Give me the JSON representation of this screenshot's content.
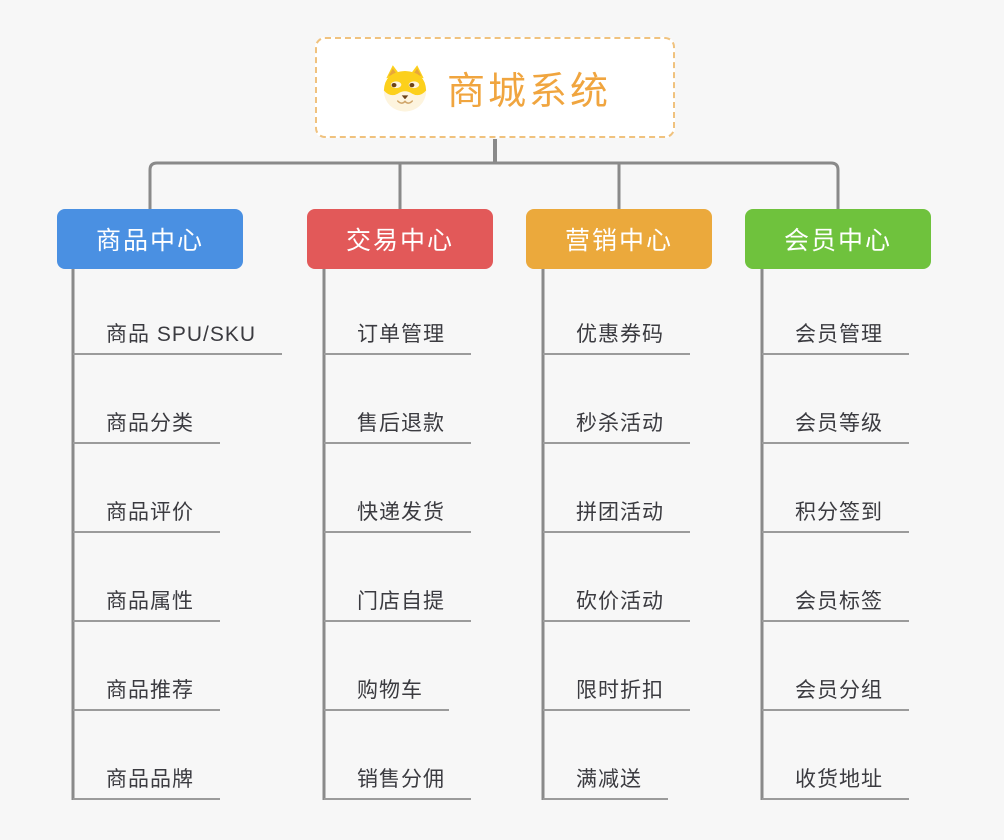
{
  "page": {
    "background_color": "#f7f7f7",
    "connector_color": "#8a8a8a",
    "leaf_underline_color": "#9b9b9b",
    "leaf_text_color": "#3b3b40"
  },
  "root": {
    "title": "商城系统",
    "icon": "shiba-dog-icon",
    "text_color": "#f0a53f",
    "border_color": "#f0c27e"
  },
  "branches": [
    {
      "label": "商品中心",
      "color": "#4a90e2",
      "items": [
        "商品 SPU/SKU",
        "商品分类",
        "商品评价",
        "商品属性",
        "商品推荐",
        "商品品牌"
      ]
    },
    {
      "label": "交易中心",
      "color": "#e25959",
      "items": [
        "订单管理",
        "售后退款",
        "快递发货",
        "门店自提",
        "购物车",
        "销售分佣"
      ]
    },
    {
      "label": "营销中心",
      "color": "#eba93c",
      "items": [
        "优惠券码",
        "秒杀活动",
        "拼团活动",
        "砍价活动",
        "限时折扣",
        "满减送"
      ]
    },
    {
      "label": "会员中心",
      "color": "#6fc23d",
      "items": [
        "会员管理",
        "会员等级",
        "积分签到",
        "会员标签",
        "会员分组",
        "收货地址"
      ]
    }
  ]
}
